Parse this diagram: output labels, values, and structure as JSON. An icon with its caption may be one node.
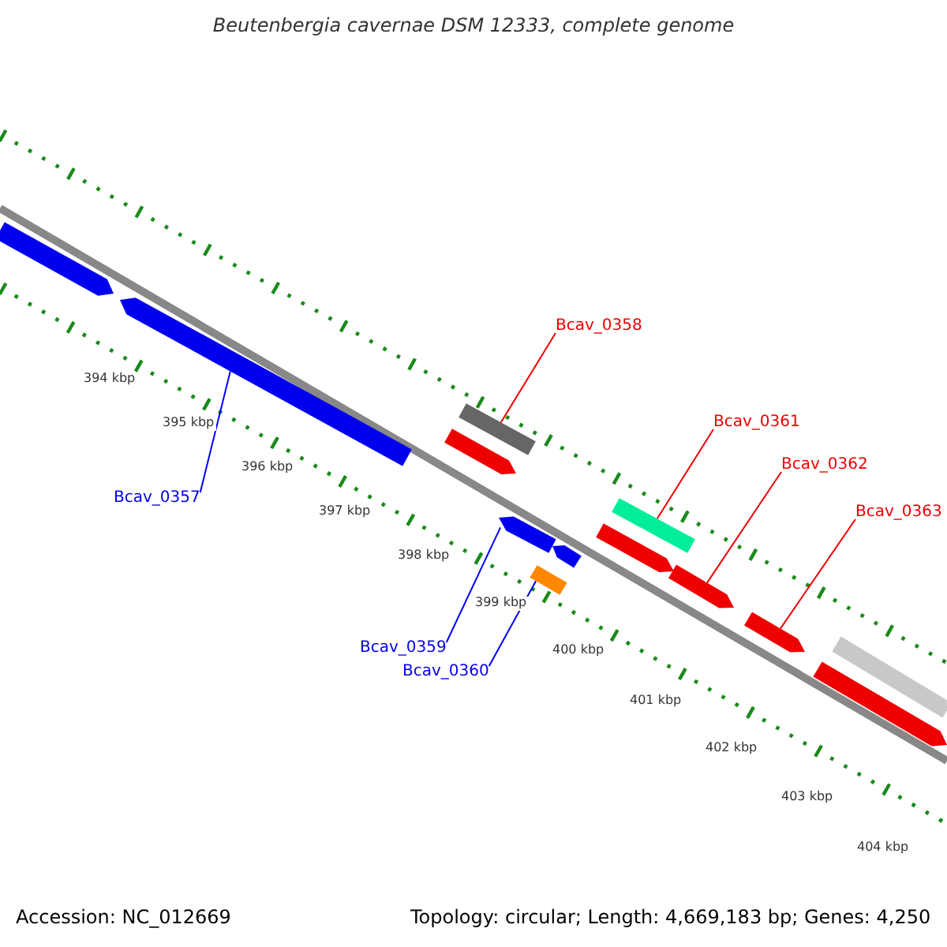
{
  "diagram": {
    "title": "Beutenbergia cavernae DSM 12333, complete genome",
    "nodes": [
      {
        "text": [
          "Bcav_0358"
        ]
      },
      {
        "text": [
          "Bcav_0361"
        ]
      },
      {
        "text": [
          "Bcav_0362"
        ]
      },
      {
        "text": [
          "Bcav_0363"
        ]
      },
      {
        "text": [
          "Bcav_0357"
        ]
      },
      {
        "text": [
          "Bcav_0359"
        ]
      },
      {
        "text": [
          "Bcav_0360"
        ]
      },
      {
        "text": [],
        "shape": "arrow"
      },
      {
        "text": [],
        "shape": "arrow"
      },
      {
        "text": [],
        "shape": "arrow"
      },
      {
        "text": [],
        "shape": "bar"
      },
      {
        "text": [],
        "shape": "arrow"
      },
      {
        "text": [],
        "shape": "bar"
      },
      {
        "text": [],
        "shape": "arrow"
      },
      {
        "text": [],
        "shape": "arrow"
      },
      {
        "text": [],
        "shape": "bar"
      },
      {
        "text": [],
        "shape": "arrow"
      },
      {
        "text": [],
        "shape": "arrow"
      },
      {
        "text": [],
        "shape": "arrow"
      },
      {
        "text": [],
        "shape": "bar"
      }
    ],
    "edges": [
      {
        "from": 0,
        "to": 10,
        "arrow": "none"
      },
      {
        "from": 1,
        "to": 15,
        "arrow": "none"
      },
      {
        "from": 2,
        "to": 16,
        "arrow": "none"
      },
      {
        "from": 3,
        "to": 17,
        "arrow": "none"
      },
      {
        "from": 4,
        "to": 8,
        "arrow": "none",
        "color": "#0000ff"
      },
      {
        "from": 5,
        "to": 11,
        "arrow": "none",
        "color": "#0000ff"
      },
      {
        "from": 6,
        "to": 12,
        "arrow": "none",
        "color": "#0000ff"
      }
    ],
    "labels": [
      "394 kbp",
      "395 kbp",
      "396 kbp",
      "397 kbp",
      "398 kbp",
      "399 kbp",
      "400 kbp",
      "401 kbp",
      "402 kbp",
      "403 kbp",
      "404 kbp",
      "Accession: NC_012669",
      "Topology: circular; Length: 4,669,183 bp; Genes: 4,250"
    ]
  }
}
